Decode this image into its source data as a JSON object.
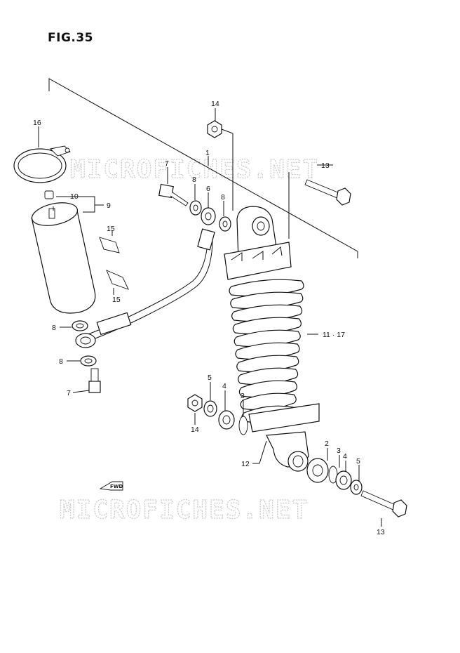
{
  "figure": {
    "title": "FIG.35"
  },
  "watermarks": [
    "MICROFICHES.NET",
    "MICROFICHES.NET"
  ],
  "callouts": {
    "c1": "1",
    "c2": "2",
    "c3a": "3",
    "c3b": "3",
    "c4a": "4",
    "c4b": "4",
    "c5a": "5",
    "c5b": "5",
    "c6": "6",
    "c7a": "7",
    "c7b": "7",
    "c8a": "8",
    "c8b": "8",
    "c8c": "8",
    "c8d": "8",
    "c9": "9",
    "c10": "10",
    "c11_17": "11 · 17",
    "c12": "12",
    "c13a": "13",
    "c13b": "13",
    "c14a": "14",
    "c14b": "14",
    "c15a": "15",
    "c15b": "15",
    "c16": "16"
  },
  "fwd_label": "FWD"
}
